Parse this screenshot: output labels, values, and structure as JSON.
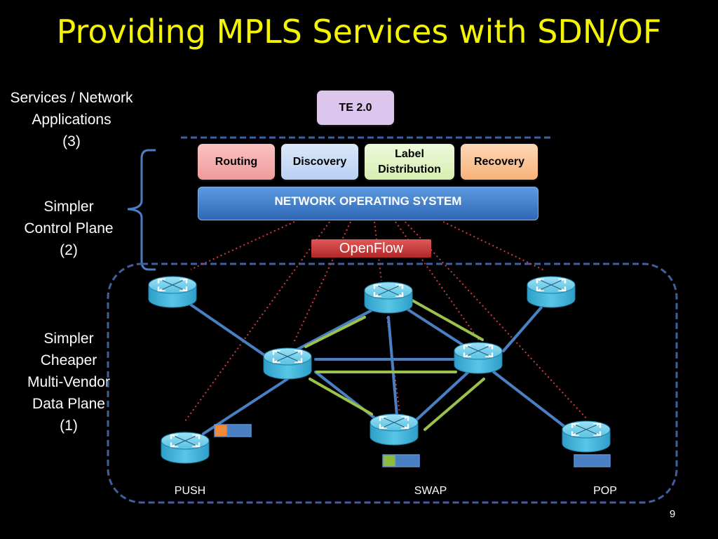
{
  "slide": {
    "title": "Providing MPLS Services with SDN/OF",
    "page_number": "9"
  },
  "layers": {
    "services_label": "Services / Network\nApplications\n(3)",
    "control_label": "Simpler\nControl Plane\n(2)",
    "data_label": "Simpler\nCheaper\nMulti-Vendor\nData Plane\n(1)"
  },
  "apps": {
    "te": "TE 2.0"
  },
  "modules": {
    "routing": "Routing",
    "discovery": "Discovery",
    "label_distribution": "Label\nDistribution",
    "recovery": "Recovery"
  },
  "nos": {
    "label": "NETWORK OPERATING SYSTEM"
  },
  "protocol": {
    "label": "OpenFlow"
  },
  "operations": {
    "push": "PUSH",
    "swap": "SWAP",
    "pop": "POP"
  },
  "colors": {
    "title": "#f4f400",
    "link_blue": "#4a7fc4",
    "lsp_green": "#9cc24a",
    "openflow_dotted": "#d23c3c",
    "router_fill": "#3fb4d8",
    "dashed_border": "#3f5f9f",
    "te_box": "#ddc6ee",
    "routing_box": "#f6a6a6",
    "discovery_box": "#c9dcf8",
    "label_dist_box": "#e3f4c4",
    "recovery_box": "#fbc79c",
    "push_label": "#f08a3a",
    "swap_label": "#8cbc3c",
    "label_stack": "#4a7fc4"
  }
}
